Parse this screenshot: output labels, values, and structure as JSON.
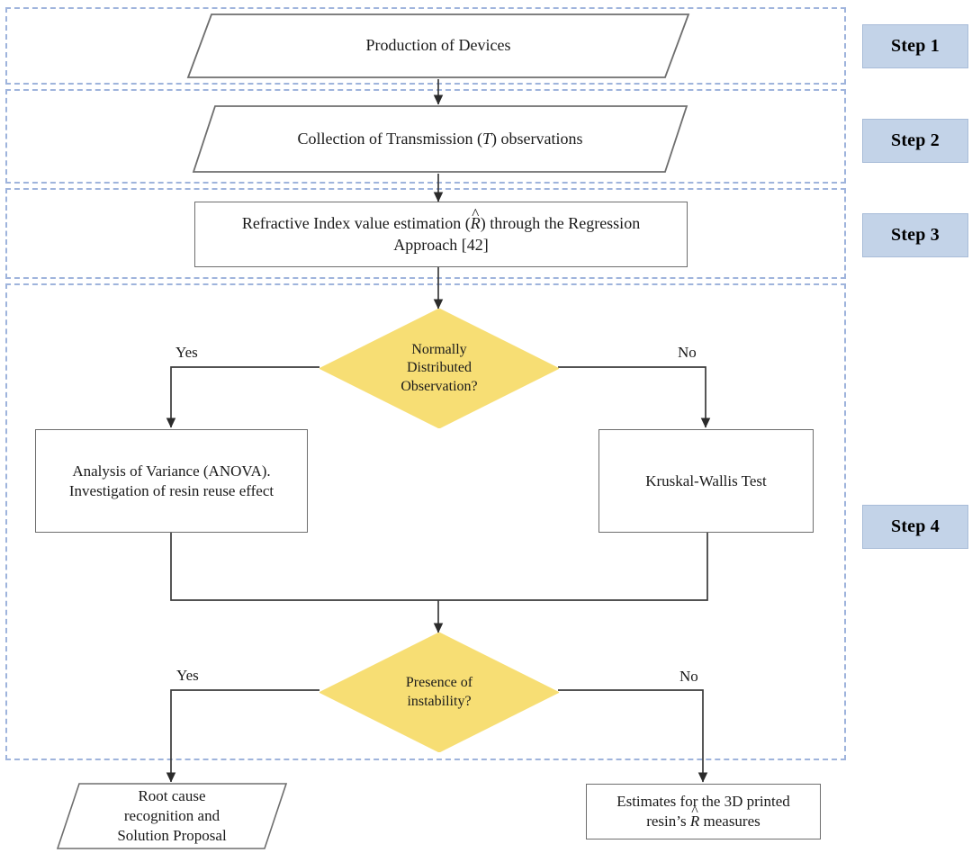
{
  "diagram": {
    "title": "Methodology flowchart for refractive index estimation of 3D printed resin devices",
    "type": "flowchart",
    "colors": {
      "decision_fill": "#f7de74",
      "decision_stroke": "#f7de74",
      "node_stroke": "#6e6e6e",
      "region_border": "#9fb4dc",
      "badge_fill": "#c3d3e8",
      "badge_border": "#a8bcd8",
      "wire": "#3a3a3a",
      "background": "#ffffff"
    }
  },
  "steps": [
    {
      "label": "Step 1"
    },
    {
      "label": "Step 2"
    },
    {
      "label": "Step 3"
    },
    {
      "label": "Step 4"
    }
  ],
  "nodes": {
    "production": {
      "shape": "parallelogram",
      "text": "Production of Devices"
    },
    "collection": {
      "shape": "parallelogram",
      "text_pre": "Collection of Transmission (",
      "text_var": "T",
      "text_post": ") observations"
    },
    "refractive": {
      "shape": "rectangle",
      "line1_pre": "Refractive Index value estimation (",
      "line1_var": "R",
      "line1_hat": "^",
      "line1_post": ") through the Regression",
      "line2": "Approach [42]"
    },
    "decision_normal": {
      "shape": "diamond",
      "line1": "Normally",
      "line2": "Distributed",
      "line3": "Observation?"
    },
    "anova": {
      "shape": "rectangle",
      "line1": "Analysis of Variance (ANOVA).",
      "line2": "Investigation of resin reuse effect"
    },
    "kruskal": {
      "shape": "rectangle",
      "text": "Kruskal-Wallis Test"
    },
    "decision_instability": {
      "shape": "diamond",
      "line1": "Presence of",
      "line2": "instability?"
    },
    "root_cause": {
      "shape": "parallelogram",
      "line1": "Root cause",
      "line2": "recognition and",
      "line3": "Solution Proposal"
    },
    "estimates": {
      "shape": "rectangle",
      "line1": "Estimates for the 3D printed",
      "line2_pre": "resin’s ",
      "line2_var": "R",
      "line2_hat": "^",
      "line2_post": " measures"
    }
  },
  "edge_labels": {
    "normal_yes": "Yes",
    "normal_no": "No",
    "instability_yes": "Yes",
    "instability_no": "No"
  }
}
